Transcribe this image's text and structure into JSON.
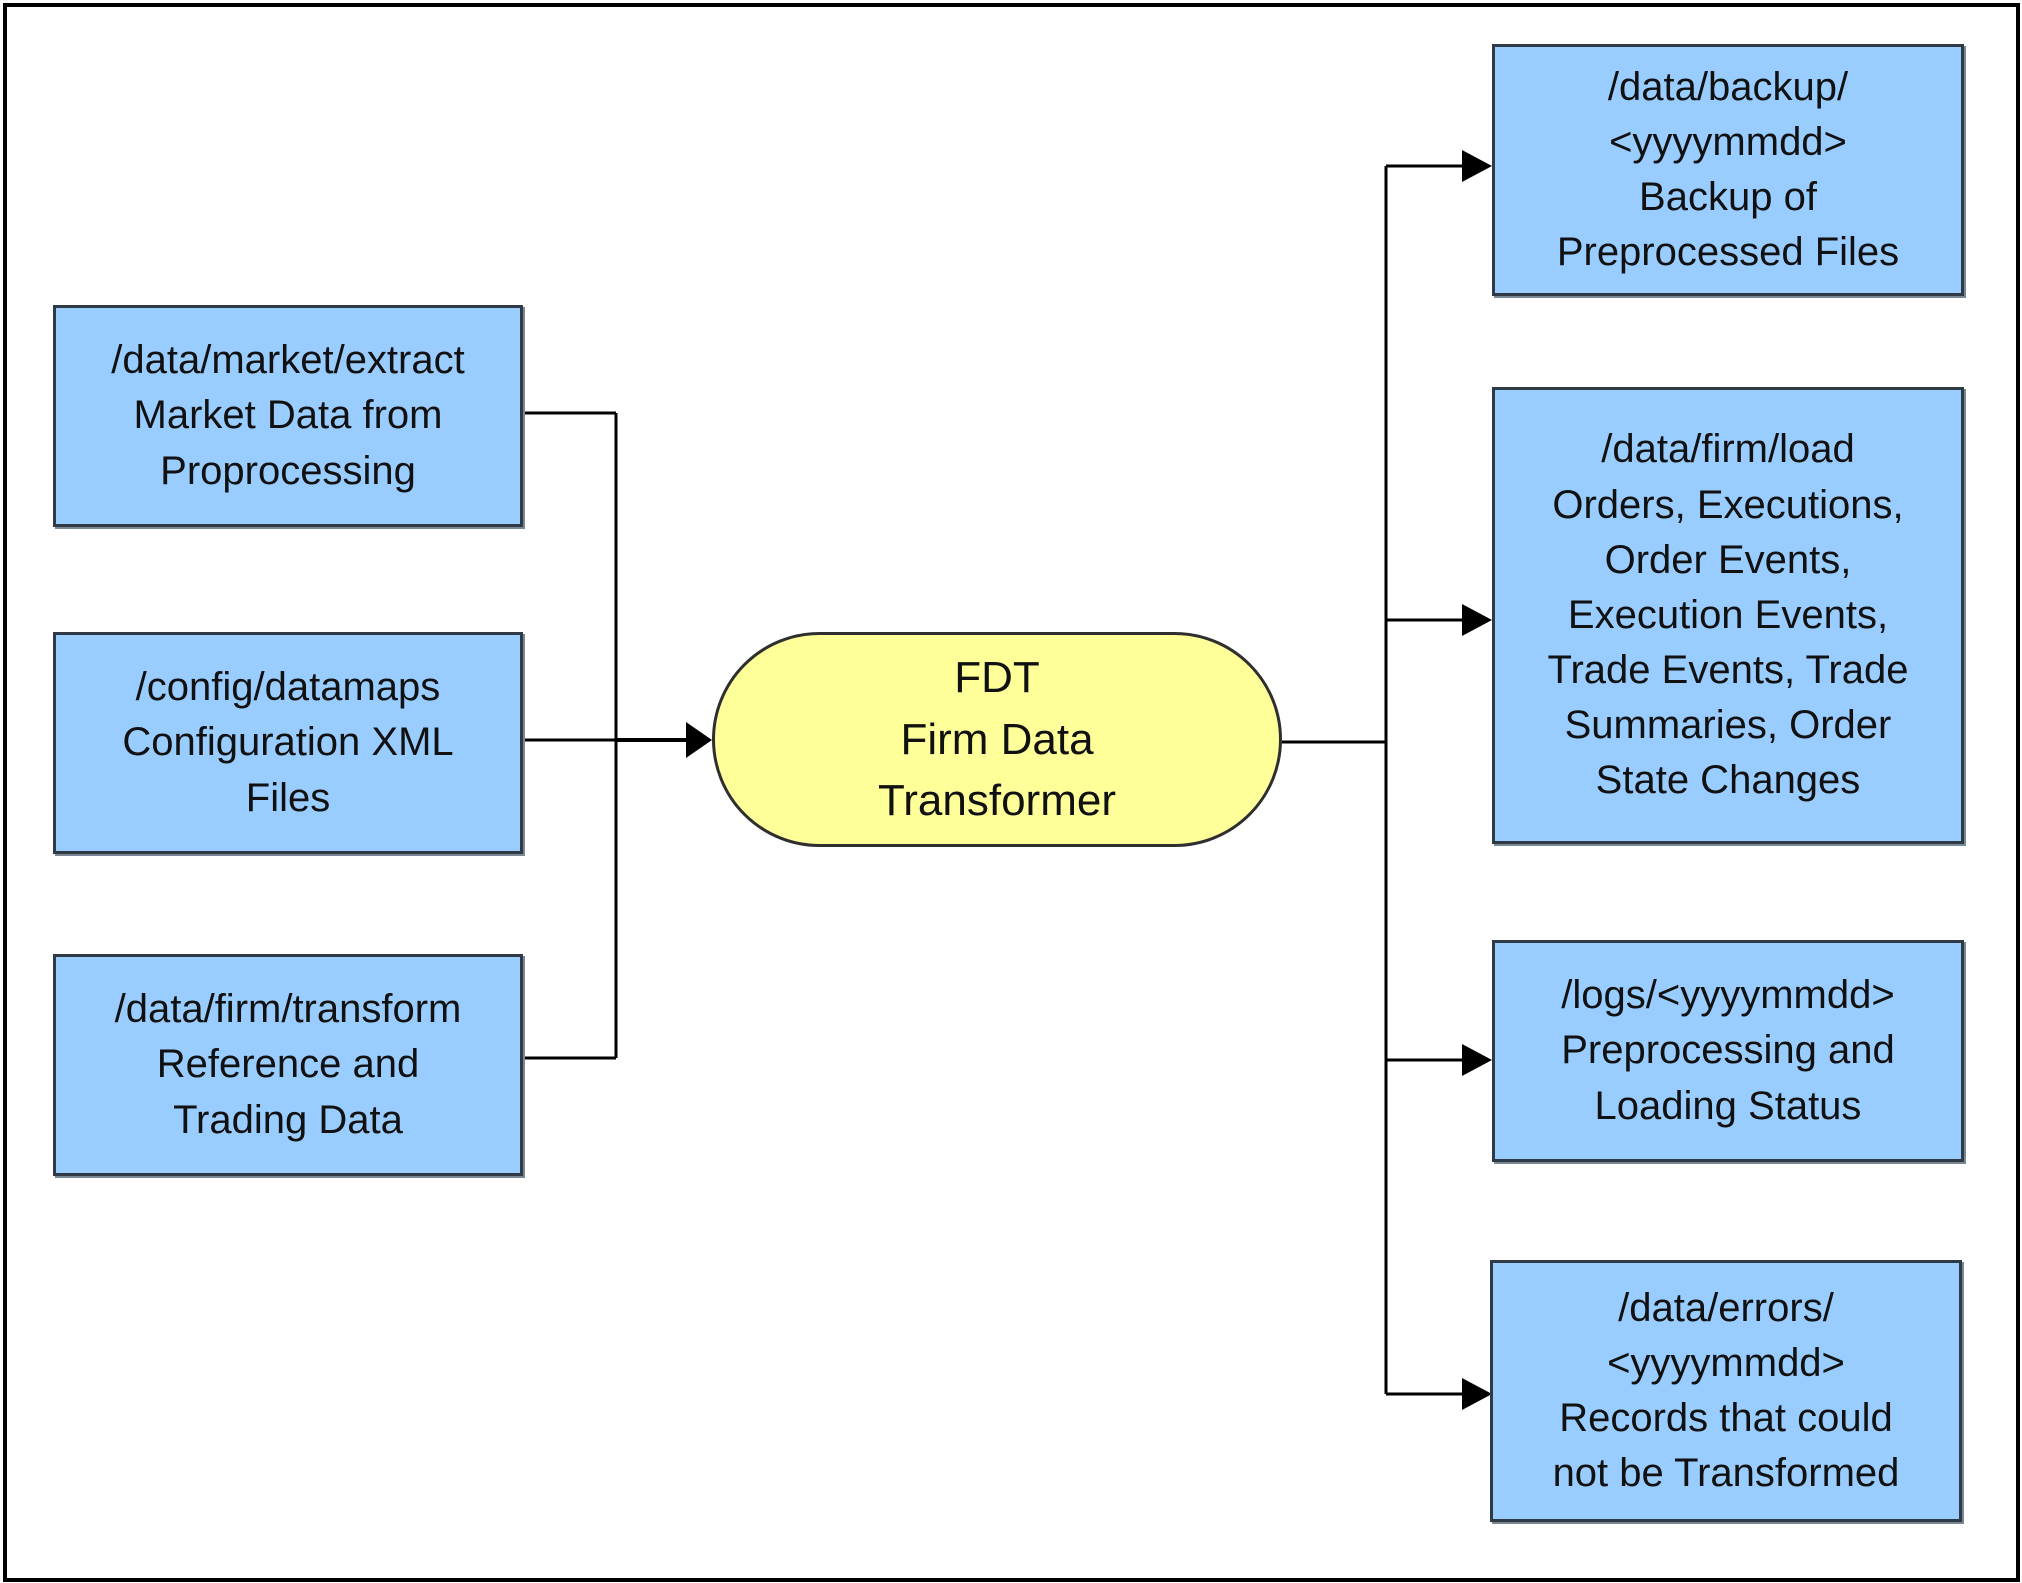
{
  "diagram": {
    "inputs": [
      {
        "text": "/data/market/extract\nMarket Data from\nProprocessing"
      },
      {
        "text": "/config/datamaps\nConfiguration XML\nFiles"
      },
      {
        "text": "/data/firm/transform\nReference and\nTrading Data"
      }
    ],
    "process": {
      "text": "FDT\nFirm Data\nTransformer"
    },
    "outputs": [
      {
        "text": "/data/backup/\n<yyyymmdd>\nBackup of\nPreprocessed Files"
      },
      {
        "text": "/data/firm/load\nOrders, Executions,\nOrder Events,\nExecution Events,\nTrade Events, Trade\nSummaries, Order\nState Changes"
      },
      {
        "text": "/logs/<yyyymmdd>\nPreprocessing and\nLoading Status"
      },
      {
        "text": "/data/errors/\n<yyyymmdd>\nRecords that could\nnot be Transformed"
      }
    ],
    "colors": {
      "box_fill": "#99ccff",
      "process_fill": "#ffff99",
      "line": "#000000"
    }
  }
}
